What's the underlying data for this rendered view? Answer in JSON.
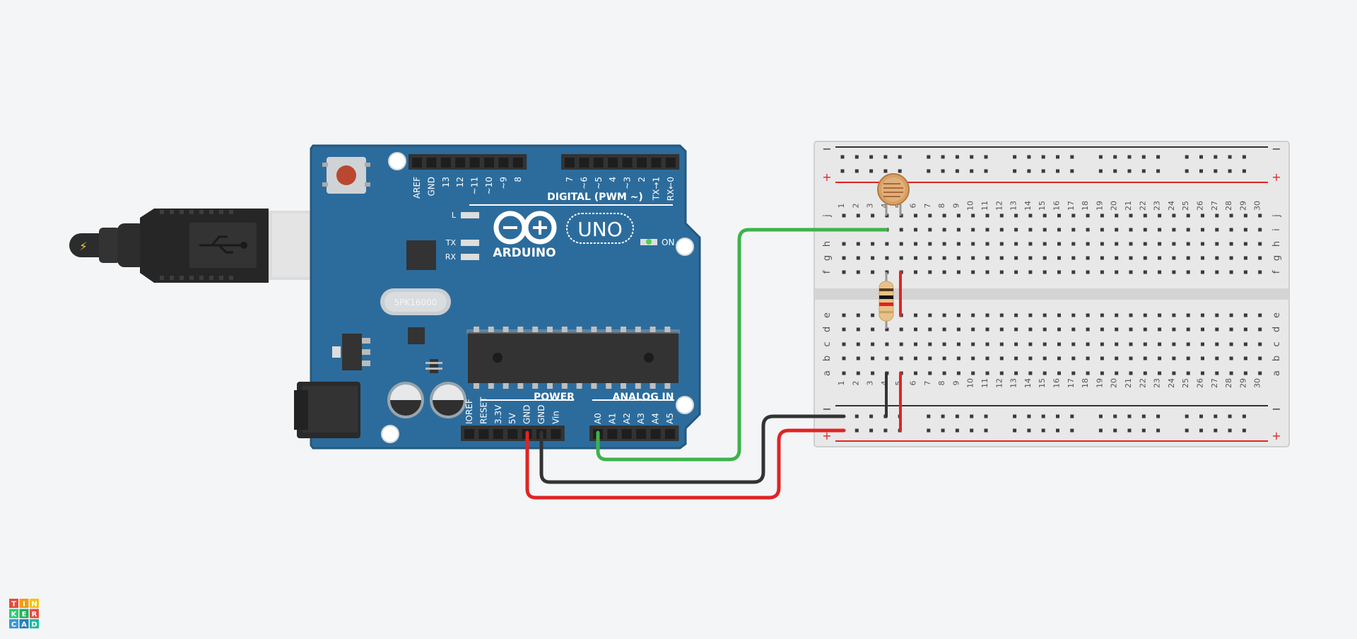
{
  "arduino": {
    "logo_text": "ARDUINO",
    "model_text": "UNO",
    "on_label": "ON",
    "led_labels": [
      "L",
      "TX",
      "RX"
    ],
    "crystal_text": "5PK16000",
    "digital_header": "DIGITAL (PWM ~)",
    "digital_pins": [
      "AREF",
      "GND",
      "13",
      "12",
      "~11",
      "~10",
      "~9",
      "8",
      "7",
      "~6",
      "~5",
      "4",
      "~3",
      "2",
      "TX→1",
      "RX←0"
    ],
    "power_header": "POWER",
    "power_pins": [
      "IOREF",
      "RESET",
      "3.3V",
      "5V",
      "GND",
      "GND",
      "Vin"
    ],
    "analog_header": "ANALOG IN",
    "analog_pins": [
      "A0",
      "A1",
      "A2",
      "A3",
      "A4",
      "A5"
    ],
    "colors": {
      "board": "#2c6c9c",
      "board_edge": "#24587f",
      "header": "#3a3a3a"
    }
  },
  "breadboard": {
    "columns": 30,
    "rows_top": [
      "j",
      "i",
      "h",
      "g",
      "f"
    ],
    "rows_bottom": [
      "e",
      "d",
      "c",
      "b",
      "a"
    ],
    "rail_minus": "−",
    "rail_plus": "+"
  },
  "wires": {
    "colors": {
      "signal": "#3db34a",
      "ground": "#333333",
      "power": "#e02424"
    }
  },
  "watermark": {
    "letters": [
      "T",
      "I",
      "N",
      "K",
      "E",
      "R",
      "C",
      "A",
      "D"
    ],
    "colors": [
      "#e84a3c",
      "#f39c12",
      "#f1c40f",
      "#2ecc71",
      "#27ae60",
      "#e74c3c",
      "#3498db",
      "#2980b9",
      "#1abc9c"
    ]
  }
}
